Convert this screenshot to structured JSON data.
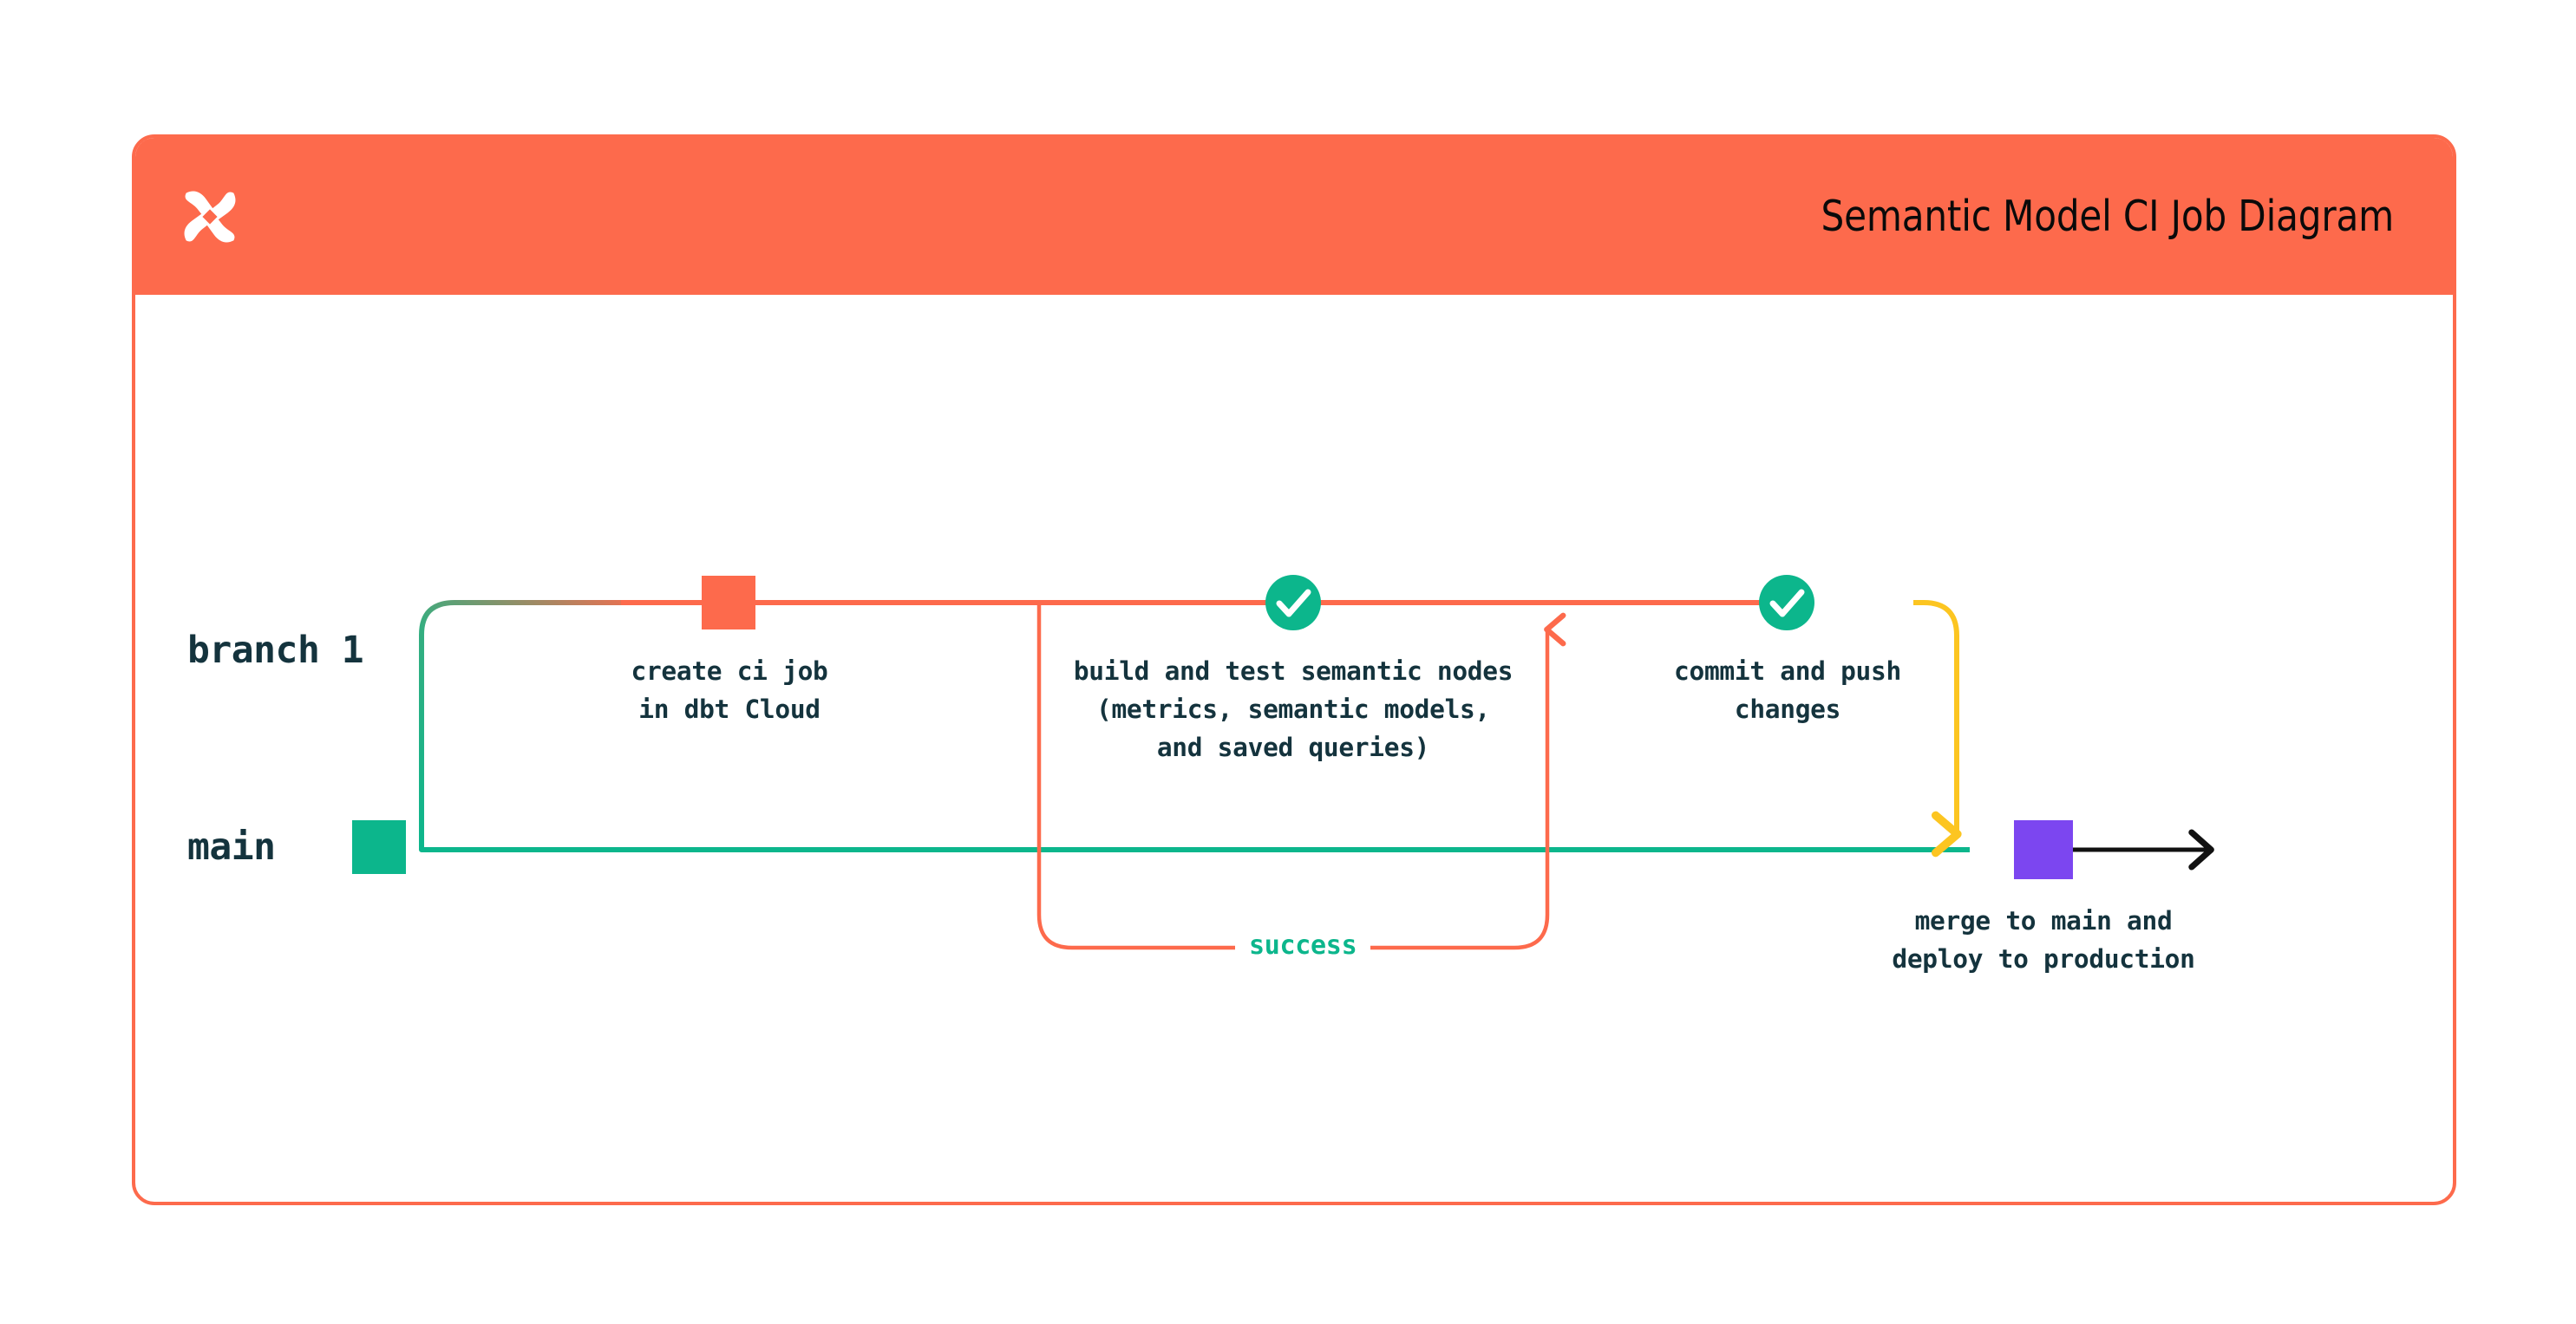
{
  "card": {
    "title": "Semantic Model CI Job Diagram",
    "logo_icon": "dbt-logo-icon",
    "header_color": "#FD6A4C",
    "border_color": "#FD6A4C"
  },
  "lanes": [
    {
      "id": "branch-1",
      "label": "branch 1",
      "color": "#FD6A4C"
    },
    {
      "id": "main",
      "label": "main",
      "color": "#0CB68C"
    }
  ],
  "nodes": [
    {
      "id": "create-ci-job",
      "marker": "square",
      "marker_color": "#FD6A4C",
      "caption": "create ci job\nin dbt Cloud",
      "lane": "branch-1"
    },
    {
      "id": "build-and-test",
      "marker": "check-circle",
      "marker_color": "#0CB68C",
      "caption": "build and test semantic nodes\n(metrics, semantic models,\nand saved queries)",
      "lane": "branch-1"
    },
    {
      "id": "commit-and-push",
      "marker": "check-circle",
      "marker_color": "#0CB68C",
      "caption": "commit and push\nchanges",
      "lane": "branch-1"
    },
    {
      "id": "merge-to-main",
      "marker": "square",
      "marker_color": "#7C46F0",
      "caption": "merge to main and\ndeploy to production",
      "lane": "main"
    }
  ],
  "loop": {
    "label": "success",
    "label_color": "#0CB68C",
    "stroke_color": "#FD6A4C"
  },
  "edges": {
    "branch_off_color_start": "#0CB68C",
    "branch_off_color_end": "#FD6A4C",
    "merge_color": "#FCC521",
    "main_color": "#0CB68C",
    "continue_color": "#111111"
  },
  "palette": {
    "orange": "#FD6A4C",
    "green": "#0CB68C",
    "yellow": "#FCC521",
    "purple": "#7C46F0",
    "navy": "#14333D",
    "black": "#111111",
    "white": "#FFFFFF"
  }
}
